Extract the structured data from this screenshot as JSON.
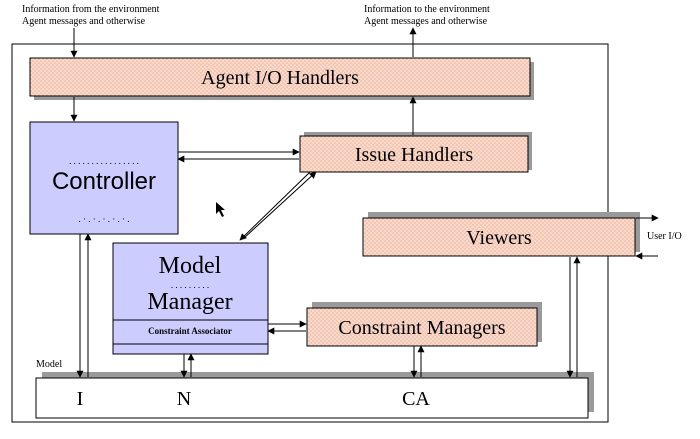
{
  "top_left_note": {
    "line1": "Information from the environment",
    "line2": "Agent messages and otherwise"
  },
  "top_right_note": {
    "line1": "Information to the environment",
    "line2": "Agent messages and otherwise"
  },
  "boxes": {
    "agent_io": "Agent I/O Handlers",
    "controller": "Controller",
    "issue_handlers": "Issue Handlers",
    "model_manager_line1": "Model",
    "model_manager_line2": "Manager",
    "constraint_associator": "Constraint Associator",
    "viewers": "Viewers",
    "constraint_managers": "Constraint Managers"
  },
  "side_labels": {
    "user_io": "User I/O",
    "model": "Model"
  },
  "model_bar": {
    "i": "I",
    "n": "N",
    "ca": "CA"
  },
  "colors": {
    "pink_fill": "#fbd8c8",
    "lavender_fill": "#ccccff",
    "shadow": "#9a9a9a",
    "line": "#000000"
  }
}
